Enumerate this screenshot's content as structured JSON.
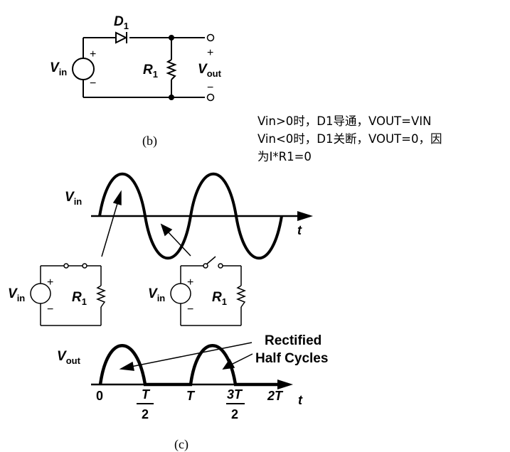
{
  "circuit_b": {
    "diode_label": "D",
    "diode_sub": "1",
    "source_label": "V",
    "source_sub": "in",
    "resistor_label": "R",
    "resistor_sub": "1",
    "output_label": "V",
    "output_sub": "out",
    "plus": "+",
    "minus": "−",
    "caption": "(b)"
  },
  "note": {
    "lines": [
      "Vin>0时，D1导通，VOUT=VIN",
      "Vin<0时，D1关断，VOUT=0，因",
      "为I*R1=0"
    ]
  },
  "diagram_c": {
    "vin_label": "V",
    "vin_sub": "in",
    "t_label": "t",
    "vout_label": "V",
    "vout_sub": "out",
    "left_circuit": {
      "src": "V",
      "src_sub": "in",
      "res": "R",
      "res_sub": "1"
    },
    "right_circuit": {
      "src": "V",
      "src_sub": "in",
      "res": "R",
      "res_sub": "1"
    },
    "annotation_line1": "Rectified",
    "annotation_line2": "Half Cycles",
    "ticks": {
      "zero": "0",
      "half_num": "T",
      "half_den": "2",
      "one": "T",
      "three_half_num_a": "3",
      "three_half_num_b": "T",
      "three_half_den": "2",
      "two_a": "2",
      "two_b": "T"
    },
    "caption": "(c)"
  }
}
